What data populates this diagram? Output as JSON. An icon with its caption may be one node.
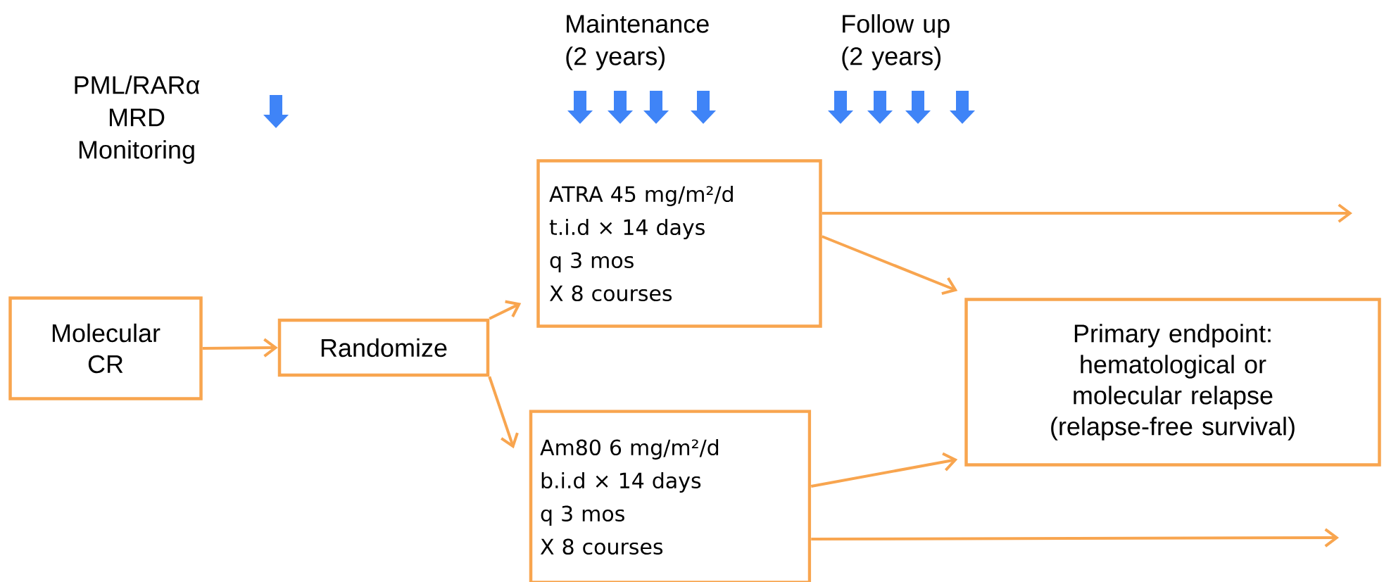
{
  "diagram": {
    "nodes": [
      {
        "text": [
          "Molecular CR"
        ]
      },
      {
        "text": [
          "Randomize"
        ]
      },
      {
        "text": [
          "ATRA 45 mg/m²/d",
          "t.i.d × 14 days",
          "q 3 mos",
          "X 8 courses"
        ]
      },
      {
        "text": [
          "Am80 6 mg/m²/d",
          "b.i.d × 14 days",
          "q 3 mos",
          "X 8 courses"
        ]
      },
      {
        "text": [
          "Primary endpoint:",
          "hematological or molecular relapse",
          "(relapse-free survival)"
        ]
      }
    ],
    "edges": [
      {
        "from": 0,
        "to": 1,
        "arrow": "to"
      },
      {
        "from": 1,
        "to": 2,
        "arrow": "to"
      },
      {
        "from": 1,
        "to": 3,
        "arrow": "to"
      },
      {
        "from": 2,
        "to": null,
        "arrow": "to"
      },
      {
        "from": 2,
        "to": 4,
        "arrow": "to"
      },
      {
        "from": 3,
        "to": 4,
        "arrow": "to"
      },
      {
        "from": 3,
        "to": null,
        "arrow": "to"
      }
    ],
    "labels": [
      "Maintenance (2 years)",
      "Follow up (2 years)",
      "PML/RARα MRD Monitoring"
    ]
  }
}
